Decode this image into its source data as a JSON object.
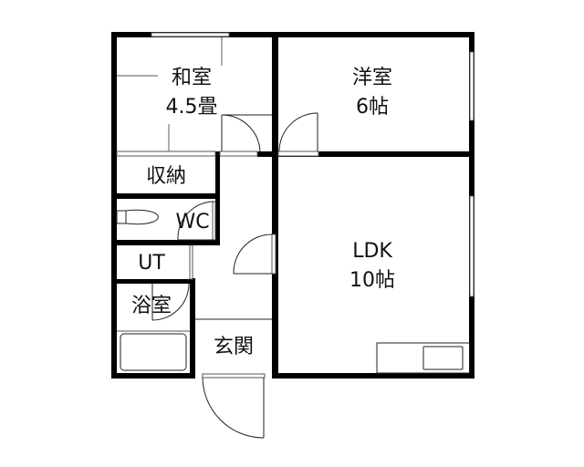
{
  "floorplan": {
    "rooms": {
      "washitsu": {
        "name": "和室",
        "size": "4.5畳"
      },
      "youshitsu": {
        "name": "洋室",
        "size": "6帖"
      },
      "storage": {
        "name": "収納"
      },
      "wc": {
        "name": "WC"
      },
      "ut": {
        "name": "UT"
      },
      "bath": {
        "name": "浴室"
      },
      "entrance": {
        "name": "玄関"
      },
      "ldk": {
        "name": "LDK",
        "size": "10帖"
      }
    },
    "colors": {
      "wall": "#000000",
      "background": "#ffffff"
    }
  }
}
